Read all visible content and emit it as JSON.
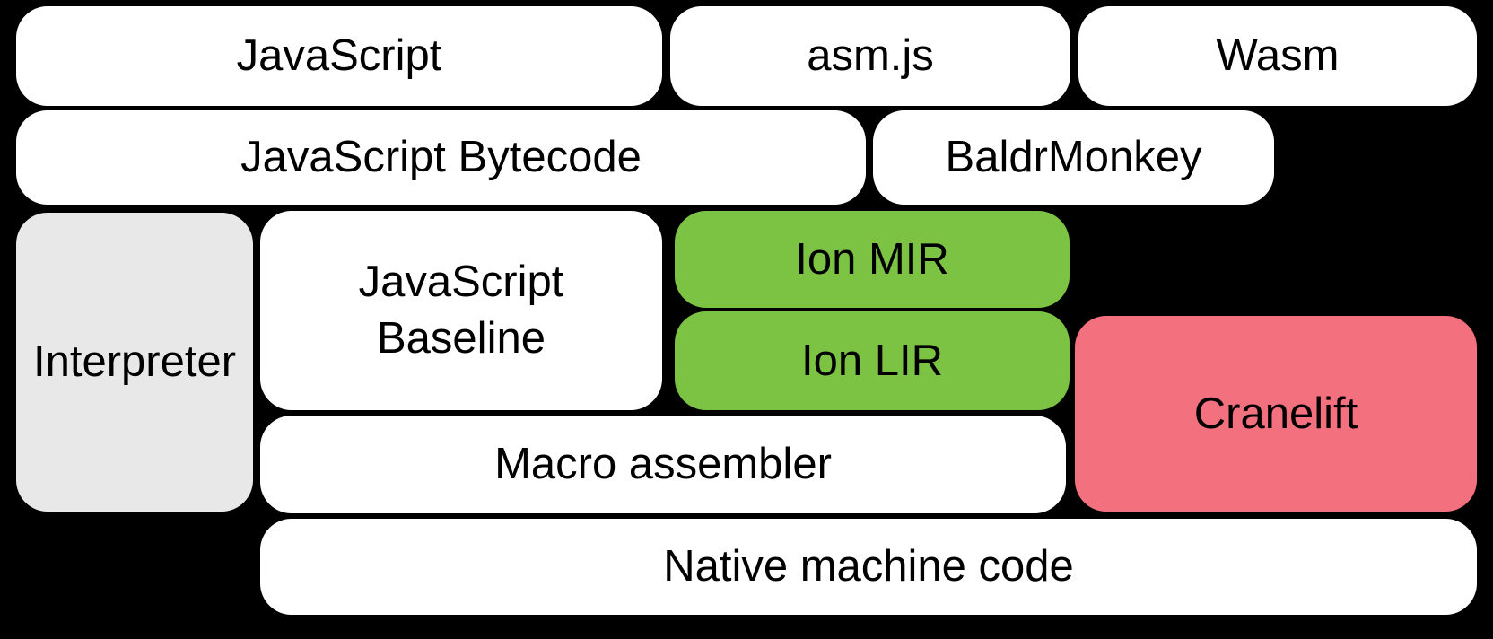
{
  "colors": {
    "background": "#000000",
    "block_white": "#ffffff",
    "block_gray": "#e8e8e8",
    "block_green": "#7cc344",
    "block_pink": "#f3707f",
    "text": "#000000"
  },
  "blocks": [
    {
      "key": "javascript",
      "label": "JavaScript",
      "bg": "#ffffff"
    },
    {
      "key": "asmjs",
      "label": "asm.js",
      "bg": "#ffffff"
    },
    {
      "key": "wasm",
      "label": "Wasm",
      "bg": "#ffffff"
    },
    {
      "key": "js-bytecode",
      "label": "JavaScript Bytecode",
      "bg": "#ffffff"
    },
    {
      "key": "baldrmonkey",
      "label": "BaldrMonkey",
      "bg": "#ffffff"
    },
    {
      "key": "interpreter",
      "label": "Interpreter",
      "bg": "#e8e8e8"
    },
    {
      "key": "js-baseline",
      "label": "JavaScript\nBaseline",
      "bg": "#ffffff"
    },
    {
      "key": "ion-mir",
      "label": "Ion MIR",
      "bg": "#7cc344"
    },
    {
      "key": "ion-lir",
      "label": "Ion LIR",
      "bg": "#7cc344"
    },
    {
      "key": "cranelift",
      "label": "Cranelift",
      "bg": "#f3707f"
    },
    {
      "key": "macro-assembler",
      "label": "Macro assembler",
      "bg": "#ffffff"
    },
    {
      "key": "native-machine-code",
      "label": "Native machine code",
      "bg": "#ffffff"
    }
  ]
}
